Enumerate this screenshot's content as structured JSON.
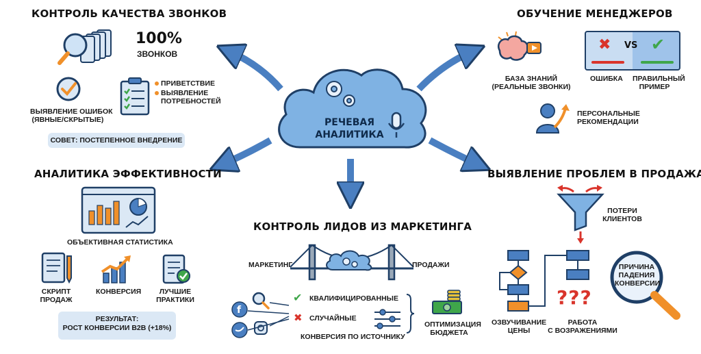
{
  "center": {
    "line1": "РЕЧЕВАЯ",
    "line2": "АНАЛИТИКА"
  },
  "quality": {
    "title": "КОНТРОЛЬ КАЧЕСТВА ЗВОНКОВ",
    "percent": "100%",
    "percent_label": "ЗВОНКОВ",
    "bullet1": "ПРИВЕТСТВИЕ",
    "bullet2_line1": "ВЫЯВЛЕНИЕ",
    "bullet2_line2": "ПОТРЕБНОСТЕЙ",
    "errors_line1": "ВЫЯВЛЕНИЕ ОШИБОК",
    "errors_line2": "(ЯВНЫЕ/СКРЫТЫЕ)",
    "tip": "СОВЕТ: ПОСТЕПЕННОЕ ВНЕДРЕНИЕ"
  },
  "training": {
    "title": "ОБУЧЕНИЕ МЕНЕДЖЕРОВ",
    "kb_line1": "БАЗА ЗНАНИЙ",
    "kb_line2": "(РЕАЛЬНЫЕ ЗВОНКИ)",
    "vs": "VS",
    "error": "ОШИБКА",
    "correct_line1": "ПРАВИЛЬНЫЙ",
    "correct_line2": "ПРИМЕР",
    "personal_line1": "ПЕРСОНАЛЬНЫЕ",
    "personal_line2": "РЕКОМЕНДАЦИИ"
  },
  "efficiency": {
    "title": "АНАЛИТИКА ЭФФЕКТИВНОСТИ",
    "stats": "ОБЪЕКТИВНАЯ СТАТИСТИКА",
    "script_line1": "СКРИПТ",
    "script_line2": "ПРОДАЖ",
    "conversion": "КОНВЕРСИЯ",
    "best_line1": "ЛУЧШИЕ",
    "best_line2": "ПРАКТИКИ",
    "result_line1": "РЕЗУЛЬТАТ:",
    "result_line2": "РОСТ КОНВЕРСИИ B2B (+18%)"
  },
  "leads": {
    "title": "КОНТРОЛЬ ЛИДОВ ИЗ МАРКЕТИНГА",
    "marketing": "МАРКЕТИНГ",
    "sales": "ПРОДАЖИ",
    "qualified": "КВАЛИФИЦИРОВАННЫЕ",
    "random": "СЛУЧАЙНЫЕ",
    "by_source": "КОНВЕРСИЯ ПО ИСТОЧНИКУ",
    "budget_line1": "ОПТИМИЗАЦИЯ",
    "budget_line2": "БЮДЖЕТА"
  },
  "problems": {
    "title": "ВЫЯВЛЕНИЕ ПРОБЛЕМ В ПРОДАЖАХ",
    "loss_line1": "ПОТЕРИ",
    "loss_line2": "КЛИЕНТОВ",
    "cause_line1": "ПРИЧИНА",
    "cause_line2": "ПАДЕНИЯ",
    "cause_line3": "КОНВЕРСИИ",
    "pricing_line1": "ОЗВУЧИВАНИЕ",
    "pricing_line2": "ЦЕНЫ",
    "objections_line1": "РАБОТА",
    "objections_line2": "С ВОЗРАЖЕНИЯМИ"
  },
  "colors": {
    "accent_blue": "#4a7fc1",
    "cloud": "#7fb2e3",
    "orange": "#f0902a",
    "green": "#3fa64a",
    "red": "#d9342b"
  }
}
